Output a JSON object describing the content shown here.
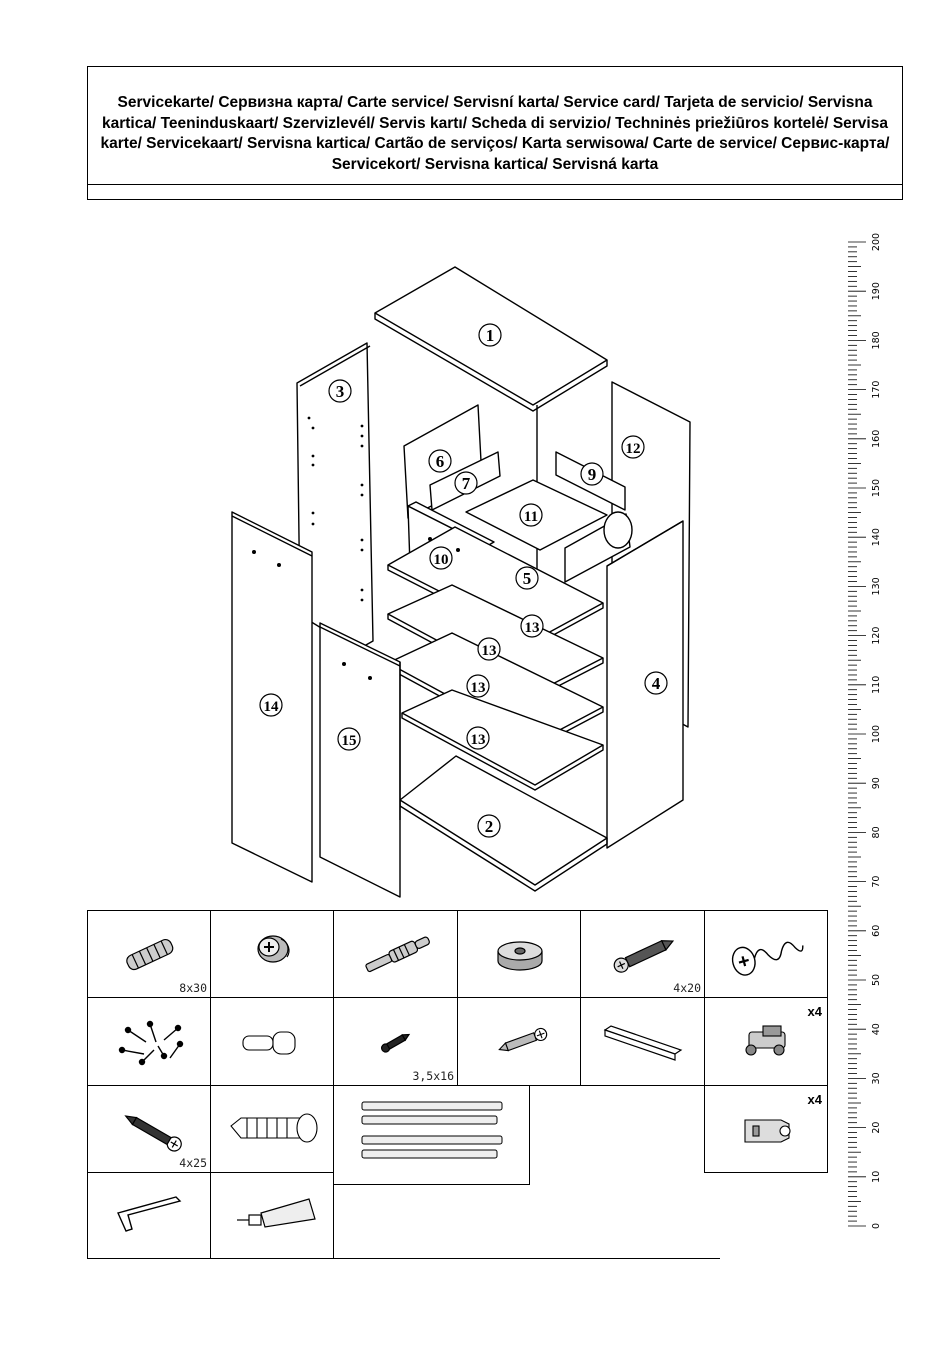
{
  "header": {
    "title": "Servicekarte/ Сервизна карта/ Carte service/ Servisní karta/ Service card/ Tarjeta de servicio/ Servisna kartica/ Teeninduskaart/ Szervizlevél/ Servis kartı/ Scheda di servizio/ Techninės priežiūros kortelė/ Servisa karte/ Servicekaart/ Servisna kartica/ Cartão de serviços/ Karta serwisowa/ Carte de service/ Сервис-карта/ Servicekort/ Servisna kartica/ Servisná karta"
  },
  "parts": {
    "p1": "1",
    "p2": "2",
    "p3": "3",
    "p4": "4",
    "p5": "5",
    "p6": "6",
    "p7": "7",
    "p9": "9",
    "p10": "10",
    "p11": "11",
    "p12": "12",
    "p13a": "13",
    "p13b": "13",
    "p13c": "13",
    "p13d": "13",
    "p14": "14",
    "p15": "15"
  },
  "hardware": {
    "dowel_size": "8x30",
    "screw_4x20": "4x20",
    "screw_3_5x16": "3,5x16",
    "screw_4x25": "4x25",
    "hinge_plate_qty": "x4",
    "mount_plate_qty": "x4",
    "icons": [
      "dowel-icon",
      "cam-lock-icon",
      "cam-bolt-icon",
      "glide-foot-icon",
      "wood-screw-icon",
      "confirmat-screw-icon",
      "nails-icon",
      "shelf-support-icon",
      "small-screw-icon",
      "short-screw-icon",
      "handle-icon",
      "hinge-icon",
      "long-screw-icon",
      "wall-plug-icon",
      "drawer-runners-icon",
      "mounting-plate-icon",
      "angle-bracket-icon",
      "glue-tube-icon"
    ]
  },
  "ruler": {
    "labels": [
      "0",
      "10",
      "20",
      "30",
      "40",
      "50",
      "60",
      "70",
      "80",
      "90",
      "100",
      "110",
      "120",
      "130",
      "140",
      "150",
      "160",
      "170",
      "180",
      "190",
      "200"
    ],
    "unit_count": 200
  }
}
